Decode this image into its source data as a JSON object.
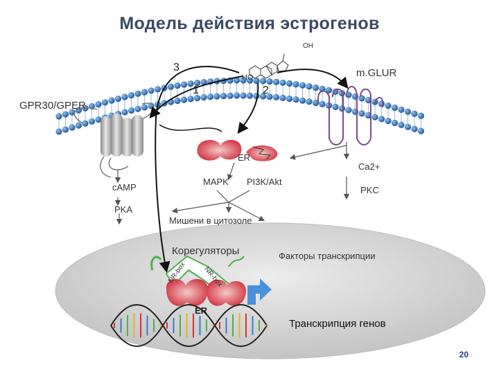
{
  "title": "Модель действия эстрогенов",
  "labels": {
    "oh": "OH",
    "ho": "HO",
    "path_3": "3",
    "path_1": "1",
    "path_2": "2",
    "mglur": "m.GLUR",
    "gpr30": "GPR30/GPER",
    "er_membrane": "ER",
    "ca2": "Ca2+",
    "camp": "cAMP",
    "mapk": "MAPK",
    "pi3k": "PI3K/Akt",
    "pkc": "PKC",
    "pka": "PKA",
    "cytosol_targets": "Мишени в цитозоле",
    "coregulators": "Корегуляторы",
    "transcription_factors": "Факторы транскрипции",
    "nr_box_1": "NR-box",
    "nr_box_2": "NR-box",
    "er_nuclear": "ER",
    "gene_transcription": "Транскрипция генов"
  },
  "page_number": "20",
  "colors": {
    "membrane_bead": "#2f6fb3",
    "receptor_red": "#d6414a",
    "receptor_gray": "#a9a9a9",
    "mglur": "#7a4b8a",
    "nucleus": "#d8d8d8",
    "coregulator_green": "#49b04a",
    "arrow_blue": "#4a90d9"
  }
}
